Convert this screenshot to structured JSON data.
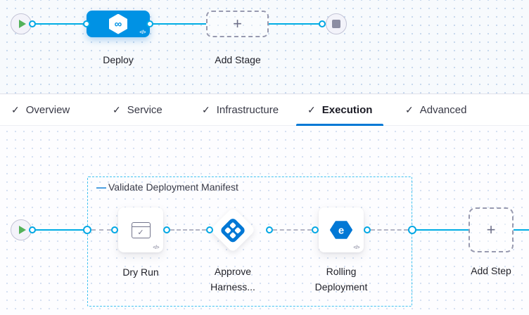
{
  "glyphs": {
    "check": "✓",
    "plus": "+",
    "code": "</>",
    "infinity": "∞",
    "group_dash": "—",
    "rolling_e": "e"
  },
  "stage_pipeline": {
    "stage_label": "Deploy",
    "add_stage_label": "Add Stage"
  },
  "tabs": {
    "items": [
      {
        "label": "Overview"
      },
      {
        "label": "Service"
      },
      {
        "label": "Infrastructure"
      },
      {
        "label": "Execution"
      },
      {
        "label": "Advanced"
      }
    ],
    "active": "Execution"
  },
  "execution": {
    "group_label": "Validate Deployment Manifest",
    "steps": [
      {
        "line1": "Dry Run",
        "line2": ""
      },
      {
        "line1": "Approve",
        "line2": "Harness..."
      },
      {
        "line1": "Rolling",
        "line2": "Deployment"
      }
    ],
    "add_step_label": "Add Step"
  },
  "colors": {
    "stage_blue": "#0092e4",
    "connector_blue": "#00ade4",
    "tab_underline": "#0278d5",
    "icon_blue": "#0278d5",
    "play_green": "#54b25a",
    "group_border": "#41c3f1"
  }
}
